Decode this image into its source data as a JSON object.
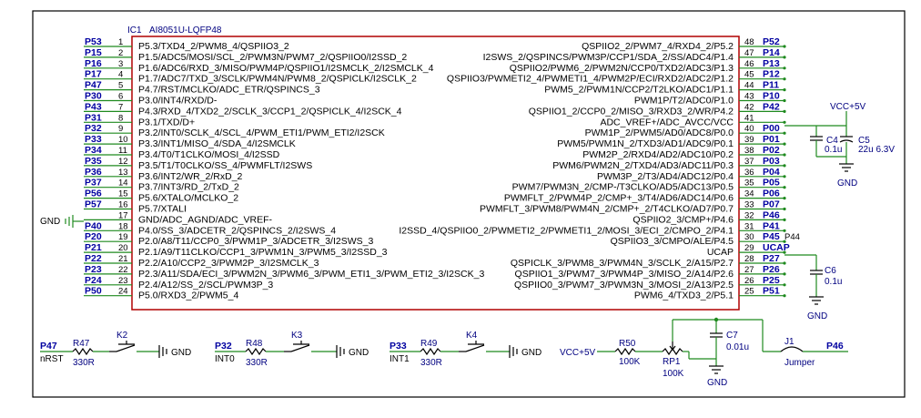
{
  "ic": {
    "ref": "IC1",
    "part": "AI8051U-LQFP48",
    "left_pins": [
      {
        "num": "1",
        "net": "P53",
        "func": "P5.3/TXD4_2/PWM8_4/QSPIIO3_2"
      },
      {
        "num": "2",
        "net": "P15",
        "func": "P1.5/ADC5/MOSI/SCL_2/PWM3N/PWM7_2/QSPIIO0/I2SSD_2"
      },
      {
        "num": "3",
        "net": "P16",
        "func": "P1.6/ADC6/RXD_3/MISO/PWM4P/QSPIIO1/I2SMCLK_2/I2SMCLK_4"
      },
      {
        "num": "4",
        "net": "P17",
        "func": "P1.7/ADC7/TXD_3/SCLK/PWM4N/PWM8_2/QSPICLK/I2SCLK_2"
      },
      {
        "num": "5",
        "net": "P47",
        "func": "P4.7/RST/MCLKO/ADC_ETR/QSPINCS_3"
      },
      {
        "num": "6",
        "net": "P30",
        "func": "P3.0/INT4/RXD/D-"
      },
      {
        "num": "7",
        "net": "P43",
        "func": "P4.3/RXD_4/TXD2_2/SCLK_3/CCP1_2/QSPICLK_4/I2SCK_4"
      },
      {
        "num": "8",
        "net": "P31",
        "func": "P3.1/TXD/D+"
      },
      {
        "num": "9",
        "net": "P32",
        "func": "P3.2/INT0/SCLK_4/SCL_4/PWM_ETI1/PWM_ETI2/I2SCK"
      },
      {
        "num": "10",
        "net": "P33",
        "func": "P3.3/INT1/MISO_4/SDA_4/I2SMCLK"
      },
      {
        "num": "11",
        "net": "P34",
        "func": "P3.4/T0/T1CLKO/MOSI_4/I2SSD"
      },
      {
        "num": "12",
        "net": "P35",
        "func": "P3.5/T1/T0CLKO/SS_4/PWMFLT/I2SWS"
      },
      {
        "num": "13",
        "net": "P36",
        "func": "P3.6/INT2/WR_2/RxD_2"
      },
      {
        "num": "14",
        "net": "P37",
        "func": "P3.7/INT3/RD_2/TxD_2"
      },
      {
        "num": "15",
        "net": "P56",
        "func": "P5.6/XTALO/MCLKO_2"
      },
      {
        "num": "16",
        "net": "P57",
        "func": "P5.7/XTALI"
      },
      {
        "num": "17",
        "net": "",
        "func": "GND/ADC_AGND/ADC_VREF-"
      },
      {
        "num": "18",
        "net": "P40",
        "func": "P4.0/SS_3/ADCETR_2/QSPINCS_2/I2SWS_4"
      },
      {
        "num": "19",
        "net": "P20",
        "func": "P2.0/A8/T11/CCP0_3/PWM1P_3/ADCETR_3/I2SWS_3"
      },
      {
        "num": "20",
        "net": "P21",
        "func": "P2.1/A9/T11CLKO/CCP1_3/PWM1N_3/PWM5_3/I2SSD_3"
      },
      {
        "num": "21",
        "net": "P22",
        "func": "P2.2/A10/CCP2_3/PWM2P_3/I2SMCLK_3"
      },
      {
        "num": "22",
        "net": "P23",
        "func": "P2.3/A11/SDA/ECI_3/PWM2N_3/PWM6_3/PWM_ETI1_3/PWM_ETI2_3/I2SCK_3"
      },
      {
        "num": "23",
        "net": "P24",
        "func": "P2.4/A12/SS_2/SCL/PWM3P_3"
      },
      {
        "num": "24",
        "net": "P50",
        "func": "P5.0/RXD3_2/PWM5_4"
      }
    ],
    "right_pins": [
      {
        "num": "48",
        "net": "P52",
        "func": "QSPIIO2_2/PWM7_4/RXD4_2/P5.2"
      },
      {
        "num": "47",
        "net": "P14",
        "func": "I2SWS_2/QSPINCS/PWM3P/CCP1/SDA_2/SS/ADC4/P1.4"
      },
      {
        "num": "46",
        "net": "P13",
        "func": "QSPIIO2/PWM6_2/PWM2N/CCP0/TXD2/ADC3/P1.3"
      },
      {
        "num": "45",
        "net": "P12",
        "func": "QSPIIO3/PWMETI2_4/PWMETI1_4/PWM2P/ECI/RXD2/ADC2/P1.2"
      },
      {
        "num": "44",
        "net": "P11",
        "func": "PWM5_2/PWM1N/CCP2/T2LKO/ADC1/P1.1"
      },
      {
        "num": "43",
        "net": "P10",
        "func": "PWM1P/T2/ADC0/P1.0"
      },
      {
        "num": "42",
        "net": "P42",
        "func": "QSPIIO1_2/CCP0_2/MISO_3/RXD3_2/WR/P4.2"
      },
      {
        "num": "41",
        "net": "",
        "func": "ADC_VREF+/ADC_AVCC/VCC"
      },
      {
        "num": "40",
        "net": "P00",
        "func": "PWM1P_2/PWM5/AD0/ADC8/P0.0"
      },
      {
        "num": "39",
        "net": "P01",
        "func": "PWM5/PWM1N_2/TXD3/AD1/ADC9/P0.1"
      },
      {
        "num": "38",
        "net": "P02",
        "func": "PWM2P_2/RXD4/AD2/ADC10/P0.2"
      },
      {
        "num": "37",
        "net": "P03",
        "func": "PWM6/PWM2N_2/TXD4/AD3/ADC11/P0.3"
      },
      {
        "num": "36",
        "net": "P04",
        "func": "PWM3P_2/T3/AD4/ADC12/P0.4"
      },
      {
        "num": "35",
        "net": "P05",
        "func": "PWM7/PWM3N_2/CMP-/T3CLKO/AD5/ADC13/P0.5"
      },
      {
        "num": "34",
        "net": "P06",
        "func": "PWMFLT_2/PWM4P_2/CMP+_3/T4/AD6/ADC14/P0.6"
      },
      {
        "num": "33",
        "net": "P07",
        "func": "PWMFLT_3/PWM8/PWM4N_2/CMP+_2/T4CLKO/AD7/P0.7"
      },
      {
        "num": "32",
        "net": "P46",
        "func": "QSPIIO2_3/CMP+/P4.6"
      },
      {
        "num": "31",
        "net": "P41",
        "func": "I2SSD_4/QSPIIO0_2/PWMETI2_2/PWMETI1_2/MOSI_3/ECI_2/CMPO_2/P4.1"
      },
      {
        "num": "30",
        "net": "P45",
        "func": "QSPIIO3_3/CMPO/ALE/P4.5"
      },
      {
        "num": "29",
        "net": "UCAP",
        "func": "UCAP"
      },
      {
        "num": "28",
        "net": "P27",
        "func": "QSPICLK_3/PWM8_3/PWM4N_3/SCLK_2/A15/P2.7"
      },
      {
        "num": "27",
        "net": "P26",
        "func": "QSPIIO1_3/PWM7_3/PWM4P_3/MISO_2/A14/P2.6"
      },
      {
        "num": "26",
        "net": "P25",
        "func": "QSPIIO0_3/PWM7_3/PWM3N_3/MOSI_2/A13/P2.5"
      },
      {
        "num": "25",
        "net": "P51",
        "func": "PWM6_4/TXD3_2/P5.1"
      }
    ],
    "p44_label": "P44"
  },
  "gnd_left": "GND",
  "vcc": {
    "label": "VCC+5V",
    "c4_ref": "C4",
    "c4_val": "0.1u",
    "c5_ref": "C5",
    "c5_val": "22u 6.3V",
    "gnd": "GND"
  },
  "ucap": {
    "c6_ref": "C6",
    "c6_val": "0.1u",
    "gnd": "GND"
  },
  "bottom": {
    "p47": {
      "net": "P47",
      "sub": "nRST",
      "r_ref": "R47",
      "r_val": "330R",
      "k_ref": "K2",
      "gnd": "GND"
    },
    "p32": {
      "net": "P32",
      "sub": "INT0",
      "r_ref": "R48",
      "r_val": "330R",
      "k_ref": "K3",
      "gnd": "GND"
    },
    "p33": {
      "net": "P33",
      "sub": "INT1",
      "r_ref": "R49",
      "r_val": "330R",
      "k_ref": "K4",
      "gnd": "GND"
    },
    "pot": {
      "vcc": "VCC+5V",
      "r50_ref": "R50",
      "r50_val": "100K",
      "rp1_ref": "RP1",
      "rp1_val": "100K",
      "gnd": "GND",
      "c7_ref": "C7",
      "c7_val": "0.01u",
      "j1_ref": "J1",
      "j1_val": "Jumper",
      "net": "P46"
    }
  },
  "colors": {
    "wire": "#1f8a1f",
    "net": "#0000a0",
    "ic_body": "#b00000",
    "text": "#000000"
  }
}
